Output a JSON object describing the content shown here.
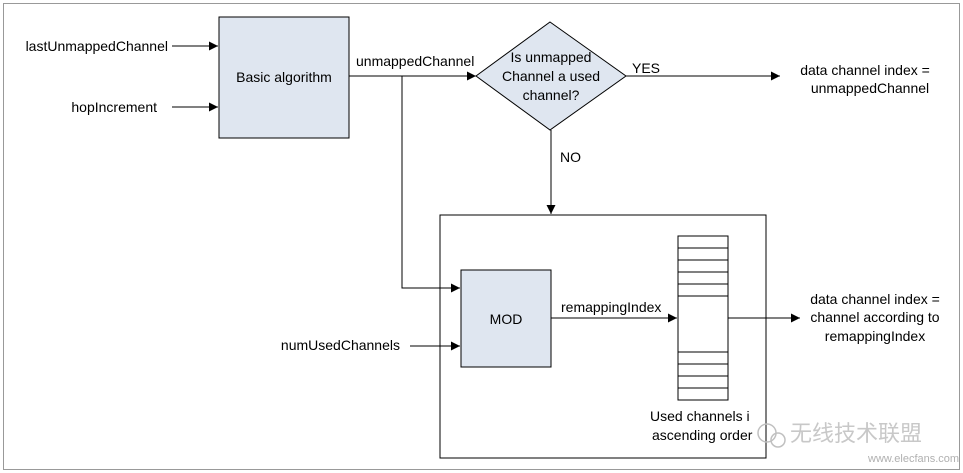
{
  "inputs": {
    "last_unmapped_channel": "lastUnmappedChannel",
    "hop_increment": "hopIncrement",
    "num_used_channels": "numUsedChannels"
  },
  "blocks": {
    "basic_algorithm": "Basic algorithm",
    "mod": "MOD"
  },
  "decision": {
    "lines": [
      "Is unmapped",
      "Channel a used",
      "channel?"
    ],
    "yes": "YES",
    "no": "NO"
  },
  "signals": {
    "unmapped_channel": "unmappedChannel",
    "remapping_index": "remappingIndex"
  },
  "outputs": {
    "yes_result": [
      "data channel index =",
      "unmappedChannel"
    ],
    "remap_result": [
      "data channel index =",
      "channel according to",
      "remappingIndex"
    ]
  },
  "table": {
    "caption": [
      "Used channels i",
      "ascending order"
    ]
  },
  "watermark": {
    "text": "无线技术联盟",
    "url": "www.elecfans.com"
  }
}
